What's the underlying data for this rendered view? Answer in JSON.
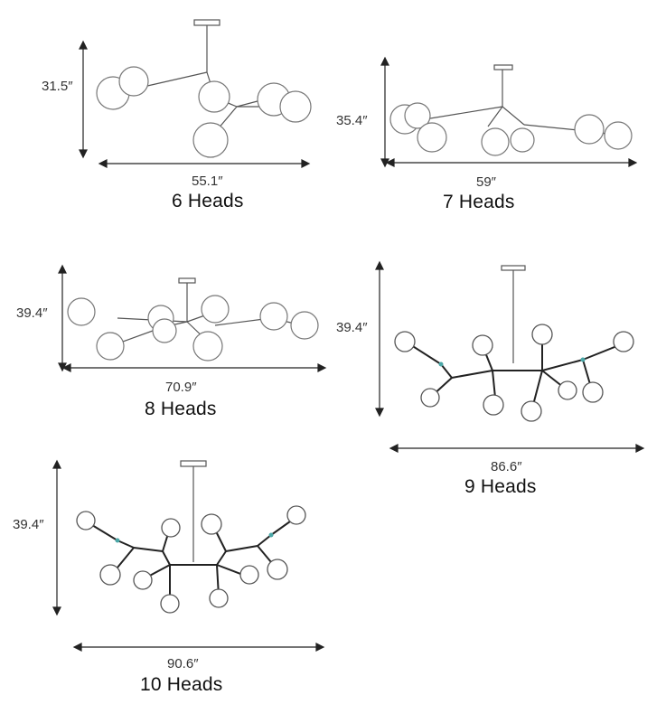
{
  "variants": [
    {
      "heads_label": "6 Heads",
      "height": "31.5″",
      "width": "55.1″"
    },
    {
      "heads_label": "7 Heads",
      "height": "35.4″",
      "width": "59″"
    },
    {
      "heads_label": "8 Heads",
      "height": "39.4″",
      "width": "70.9″"
    },
    {
      "heads_label": "9 Heads",
      "height": "39.4″",
      "width": "86.6″"
    },
    {
      "heads_label": "10 Heads",
      "height": "39.4″",
      "width": "90.6″"
    }
  ],
  "colors": {
    "line": "#222222",
    "globe": "#777777",
    "accent": "#4aa7a7"
  }
}
